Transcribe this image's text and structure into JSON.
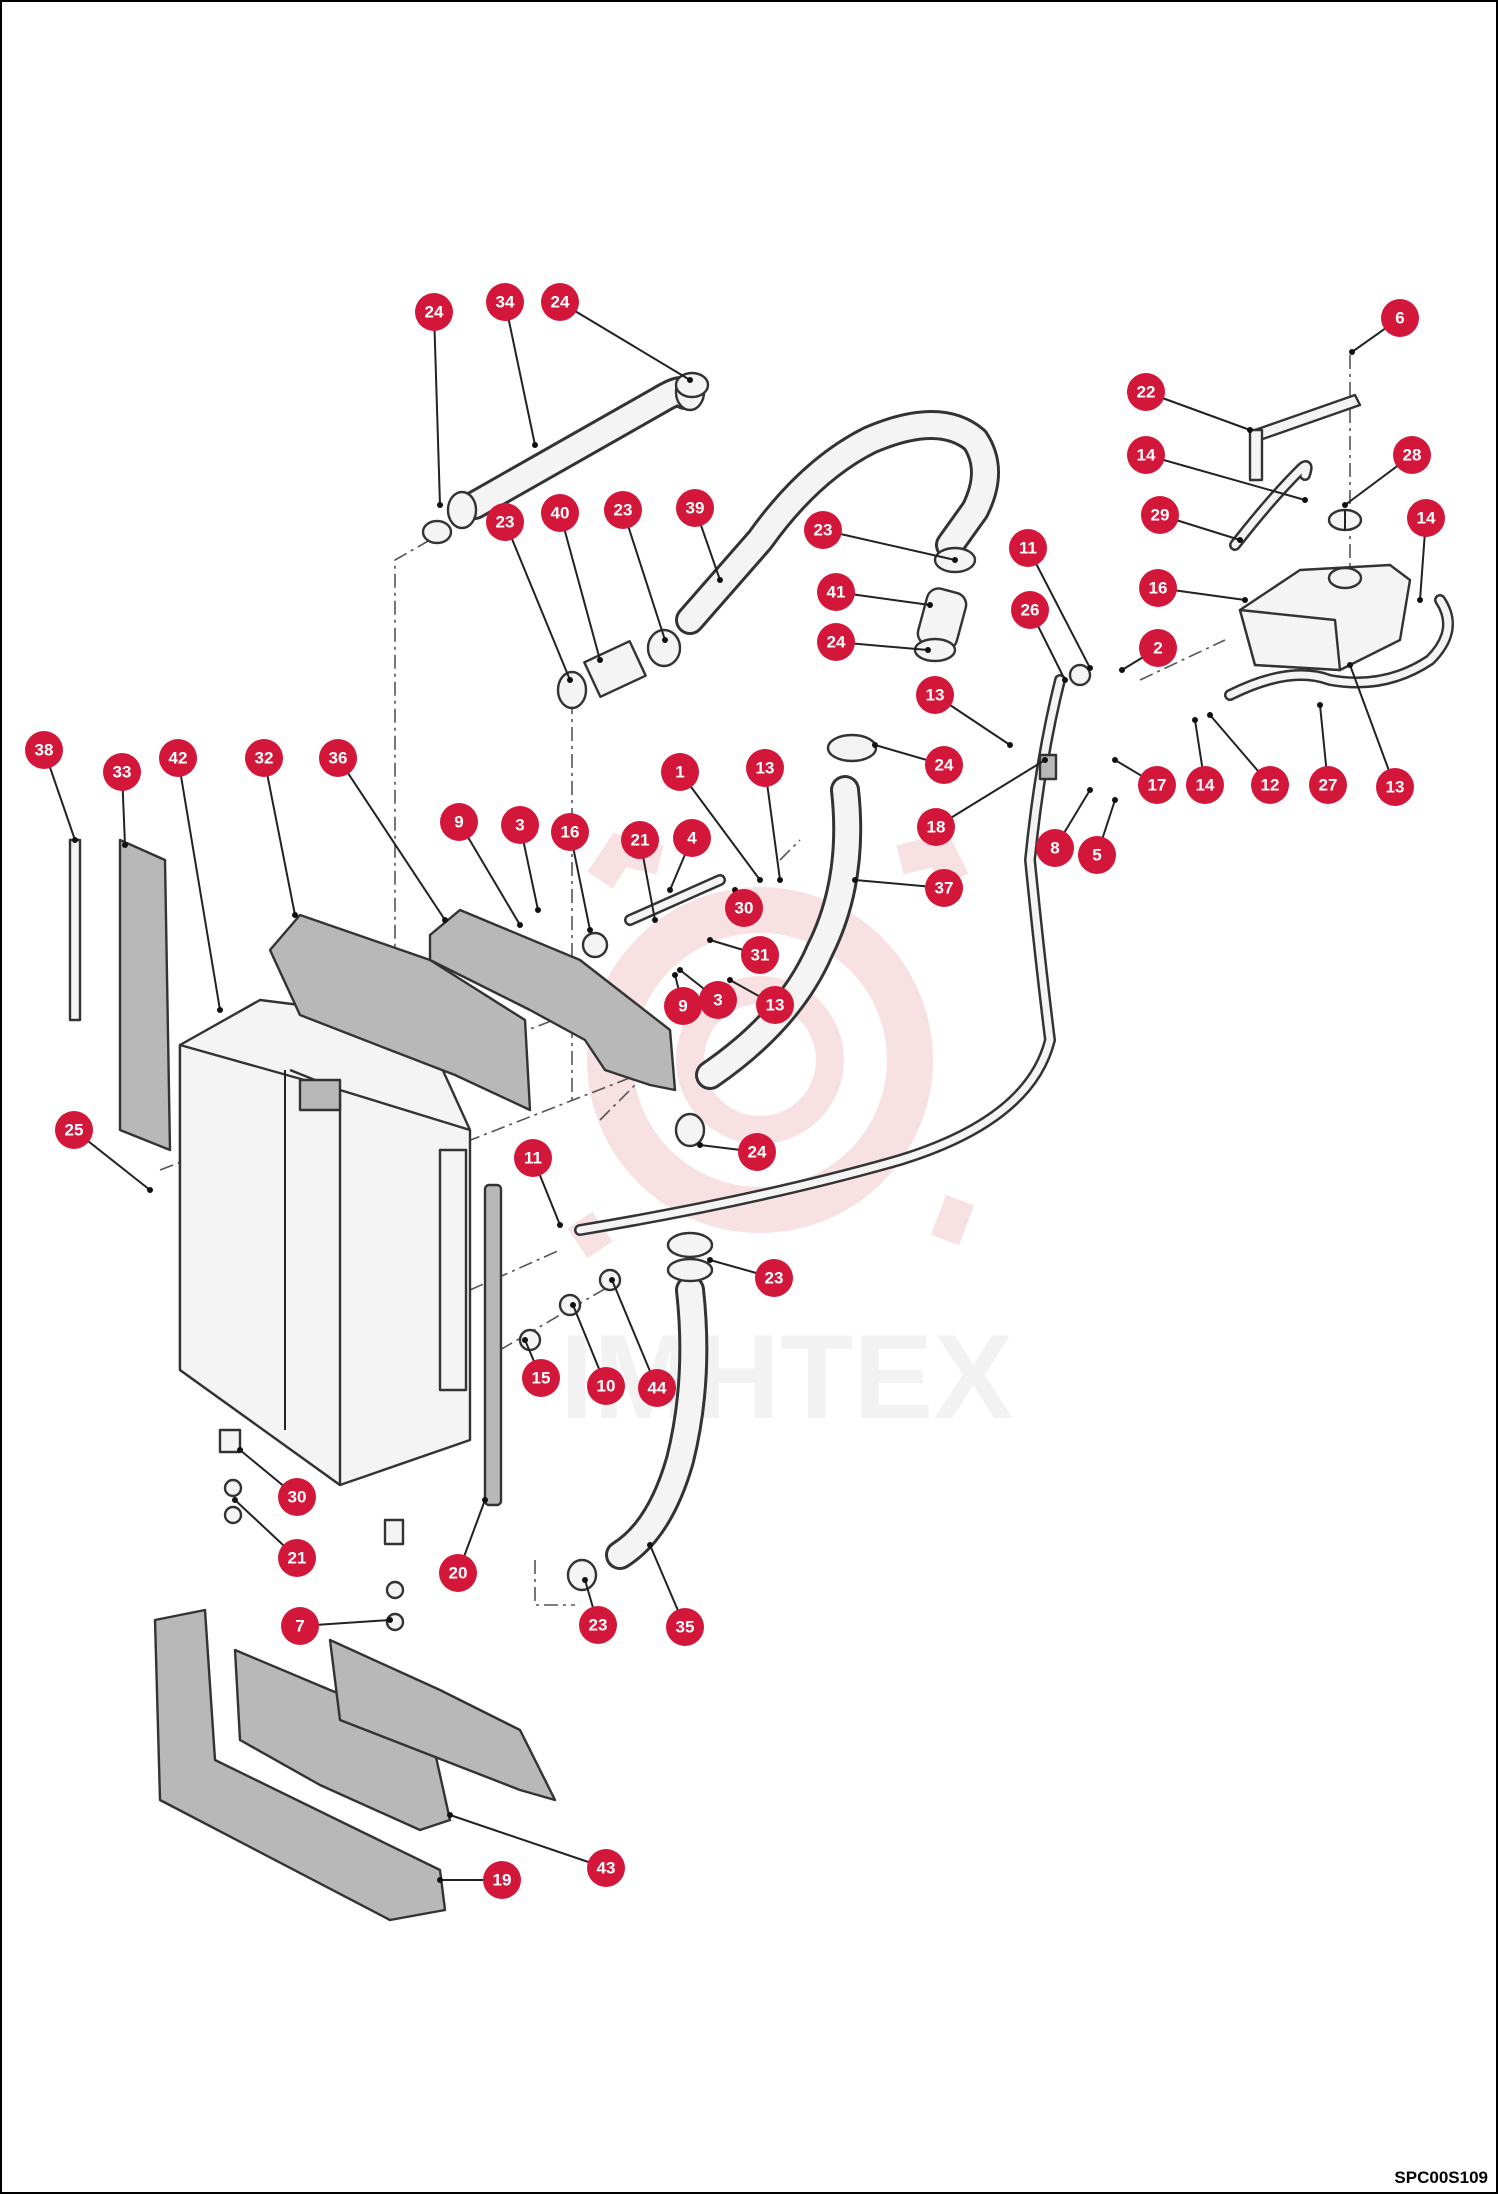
{
  "drawing_code": "SPC00S109",
  "watermark": "IMHTEX",
  "callouts": [
    {
      "label": "24",
      "part": "hose-clamp"
    },
    {
      "label": "34",
      "part": "radiator-upper-hose"
    },
    {
      "label": "24",
      "part": "hose-clamp"
    },
    {
      "label": "6",
      "part": "bolt"
    },
    {
      "label": "22",
      "part": "tank-bracket"
    },
    {
      "label": "14",
      "part": "hose-clip"
    },
    {
      "label": "28",
      "part": "tank-cap"
    },
    {
      "label": "29",
      "part": "overflow-hose"
    },
    {
      "label": "14",
      "part": "hose-clip"
    },
    {
      "label": "23",
      "part": "hose-clamp"
    },
    {
      "label": "40",
      "part": "pipe-connector"
    },
    {
      "label": "23",
      "part": "hose-clamp"
    },
    {
      "label": "39",
      "part": "upper-hose"
    },
    {
      "label": "23",
      "part": "hose-clamp"
    },
    {
      "label": "11",
      "part": "clip"
    },
    {
      "label": "16",
      "part": "expansion-tank"
    },
    {
      "label": "41",
      "part": "pipe-connector"
    },
    {
      "label": "26",
      "part": "hose"
    },
    {
      "label": "2",
      "part": "clamp"
    },
    {
      "label": "24",
      "part": "hose-clamp"
    },
    {
      "label": "13",
      "part": "bolt"
    },
    {
      "label": "38",
      "part": "seal-strip"
    },
    {
      "label": "33",
      "part": "side-seal-plate"
    },
    {
      "label": "42",
      "part": "radiator"
    },
    {
      "label": "32",
      "part": "top-seal-plate"
    },
    {
      "label": "36",
      "part": "seal-plate"
    },
    {
      "label": "1",
      "part": "fitting"
    },
    {
      "label": "13",
      "part": "bolt"
    },
    {
      "label": "24",
      "part": "hose-clamp"
    },
    {
      "label": "17",
      "part": "bracket"
    },
    {
      "label": "14",
      "part": "hose-clip"
    },
    {
      "label": "12",
      "part": "clip"
    },
    {
      "label": "27",
      "part": "hose"
    },
    {
      "label": "13",
      "part": "bolt"
    },
    {
      "label": "18",
      "part": "bracket"
    },
    {
      "label": "8",
      "part": "washer"
    },
    {
      "label": "5",
      "part": "bolt"
    },
    {
      "label": "9",
      "part": "washer"
    },
    {
      "label": "3",
      "part": "bolt"
    },
    {
      "label": "16",
      "part": "fitting"
    },
    {
      "label": "21",
      "part": "washer"
    },
    {
      "label": "4",
      "part": "bolt"
    },
    {
      "label": "30",
      "part": "fitting"
    },
    {
      "label": "31",
      "part": "lower-hose"
    },
    {
      "label": "37",
      "part": "pipe"
    },
    {
      "label": "9",
      "part": "washer"
    },
    {
      "label": "3",
      "part": "bolt"
    },
    {
      "label": "13",
      "part": "bolt"
    },
    {
      "label": "25",
      "part": "bolt"
    },
    {
      "label": "24",
      "part": "hose-clamp"
    },
    {
      "label": "11",
      "part": "clip"
    },
    {
      "label": "23",
      "part": "hose-clamp"
    },
    {
      "label": "15",
      "part": "fitting"
    },
    {
      "label": "10",
      "part": "fitting"
    },
    {
      "label": "44",
      "part": "fitting"
    },
    {
      "label": "30",
      "part": "drain-valve"
    },
    {
      "label": "21",
      "part": "washer"
    },
    {
      "label": "20",
      "part": "seal-strip"
    },
    {
      "label": "7",
      "part": "plug"
    },
    {
      "label": "23",
      "part": "hose-clamp"
    },
    {
      "label": "35",
      "part": "bottom-hose"
    },
    {
      "label": "43",
      "part": "bottom-seal-plate"
    },
    {
      "label": "19",
      "part": "bottom-guard"
    }
  ]
}
